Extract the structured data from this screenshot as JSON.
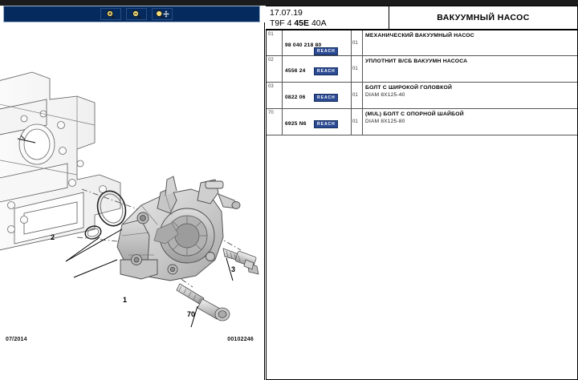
{
  "toolbar": {
    "buttons": [
      {
        "name": "zoom-in-icon",
        "label": "Zoom In"
      },
      {
        "name": "zoom-out-icon",
        "label": "Zoom Out"
      },
      {
        "name": "zoom-pan-icon",
        "label": "Zoom / Pan"
      }
    ]
  },
  "header": {
    "date": "17.07.19",
    "code_prefix": "T9F 4 ",
    "code_bold": "45E",
    "code_suffix": " 40A",
    "title": "ВАКУУМНЫЙ НАСОС"
  },
  "parts_table": {
    "rows": [
      {
        "index": "01",
        "part_number": "98 040 218 80",
        "reach": "REACH",
        "quantity": "01",
        "description": "МЕХАНИЧЕСКИЙ ВАКУУМНЫЙ НАСОС",
        "spec": ""
      },
      {
        "index": "02",
        "part_number": "4556 24",
        "reach": "REACH",
        "quantity": "01",
        "description": "УПЛОТНИТ В/СБ ВАКУУМН НАСОСА",
        "spec": ""
      },
      {
        "index": "03",
        "part_number": "0822 06",
        "reach": "REACH",
        "quantity": "01",
        "description": "БОЛТ С ШИРОКОЙ ГОЛОВКОЙ",
        "spec": "DIAM 8X125-40"
      },
      {
        "index": "70",
        "part_number": "6925 N6",
        "reach": "REACH",
        "quantity": "01",
        "description": "(MUL) БОЛТ С ОПОРНОЙ ШАЙБОЙ",
        "spec": "DIAM 8X125-80"
      }
    ]
  },
  "drawing": {
    "callouts": [
      {
        "label": "1"
      },
      {
        "label": "2"
      },
      {
        "label": "3"
      },
      {
        "label": "70"
      }
    ],
    "footer_date": "07/2014",
    "footer_number": "00102246"
  },
  "colors": {
    "toolbar_bg": "#052a5e",
    "reach_badge": "#2b4a93",
    "line": "#000000"
  }
}
